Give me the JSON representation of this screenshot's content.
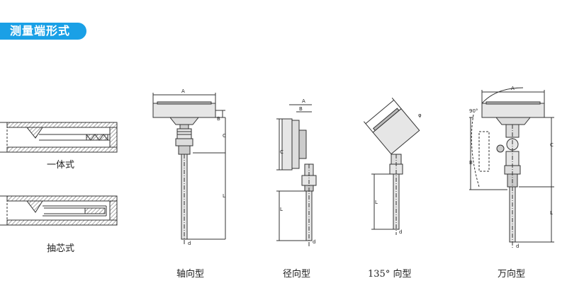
{
  "header": {
    "title": "测量端形式",
    "accent": "#1aa0e6"
  },
  "captions": {
    "integral": "一体式",
    "core": "抽芯式",
    "axial": "轴向型",
    "radial": "径向型",
    "deg135": "135° 向型",
    "universal": "万向型"
  },
  "dims": {
    "a": "A",
    "b": "B",
    "c": "C",
    "d": "d",
    "l": "L",
    "phi": "φ",
    "angle90": "90°"
  }
}
